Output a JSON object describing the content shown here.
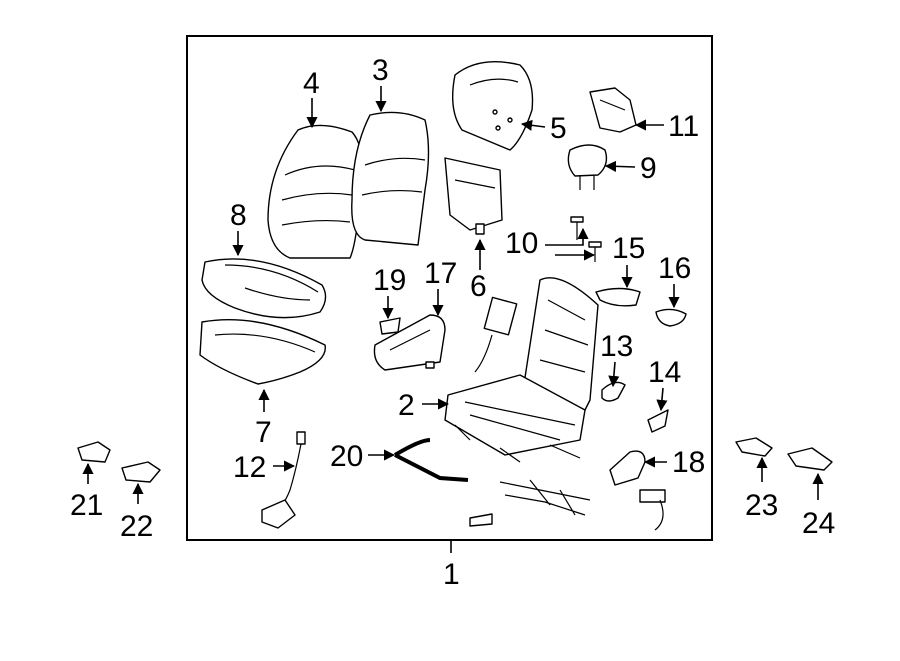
{
  "callouts": {
    "c1": "1",
    "c2": "2",
    "c3": "3",
    "c4": "4",
    "c5": "5",
    "c6": "6",
    "c7": "7",
    "c8": "8",
    "c9": "9",
    "c10": "10",
    "c11": "11",
    "c12": "12",
    "c13": "13",
    "c14": "14",
    "c15": "15",
    "c16": "16",
    "c17": "17",
    "c18": "18",
    "c19": "19",
    "c20": "20",
    "c21": "21",
    "c22": "22",
    "c23": "23",
    "c24": "24"
  },
  "colors": {
    "ink": "#000000",
    "paper": "#ffffff"
  }
}
